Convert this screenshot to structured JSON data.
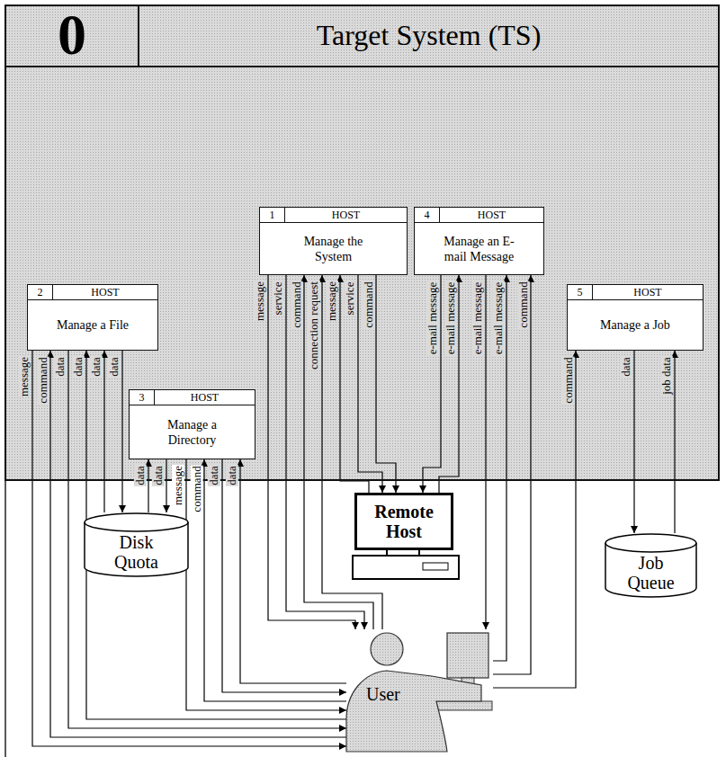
{
  "diagram": {
    "nodes": [
      {
        "text": [
          "0",
          "Target System (TS)"
        ]
      },
      {
        "text": [
          "1",
          "HOST",
          "Manage the System"
        ],
        "in": 0
      },
      {
        "text": [
          "2",
          "HOST",
          "Manage a File"
        ],
        "in": 0
      },
      {
        "text": [
          "3",
          "HOST",
          "Manage a Directory"
        ],
        "in": 0
      },
      {
        "text": [
          "4",
          "HOST",
          "Manage an E-mail Message"
        ],
        "in": 0
      },
      {
        "text": [
          "5",
          "HOST",
          "Manage a Job"
        ],
        "in": 0
      },
      {
        "text": [
          "Disk Quota"
        ]
      },
      {
        "text": [
          "Remote Host"
        ]
      },
      {
        "text": [
          "Job Queue"
        ]
      },
      {
        "text": [
          "User"
        ]
      }
    ],
    "edges": [
      {
        "from": 2,
        "to": 9,
        "label": "message",
        "arrow": "to"
      },
      {
        "from": 9,
        "to": 2,
        "label": "command",
        "arrow": "to"
      },
      {
        "from": 2,
        "to": 9,
        "label": "data",
        "arrow": "to"
      },
      {
        "from": 9,
        "to": 2,
        "label": "data",
        "arrow": "to"
      },
      {
        "from": 6,
        "to": 2,
        "label": "data",
        "arrow": "to"
      },
      {
        "from": 2,
        "to": 6,
        "label": "data",
        "arrow": "to"
      },
      {
        "from": 6,
        "to": 3,
        "label": "data",
        "arrow": "to"
      },
      {
        "from": 3,
        "to": 6,
        "label": "data",
        "arrow": "to"
      },
      {
        "from": 3,
        "to": 9,
        "label": "message",
        "arrow": "to"
      },
      {
        "from": 9,
        "to": 3,
        "label": "command",
        "arrow": "to"
      },
      {
        "from": 3,
        "to": 9,
        "label": "data",
        "arrow": "to"
      },
      {
        "from": 9,
        "to": 3,
        "label": "data",
        "arrow": "to"
      },
      {
        "from": 1,
        "to": 9,
        "label": "message",
        "arrow": "to"
      },
      {
        "from": 1,
        "to": 9,
        "label": "service",
        "arrow": "to"
      },
      {
        "from": 9,
        "to": 1,
        "label": "command",
        "arrow": "to"
      },
      {
        "from": 9,
        "to": 1,
        "label": "connection request",
        "arrow": "to"
      },
      {
        "from": 7,
        "to": 1,
        "label": "message",
        "arrow": "to"
      },
      {
        "from": 1,
        "to": 7,
        "label": "service",
        "arrow": "to"
      },
      {
        "from": 1,
        "to": 7,
        "label": "command",
        "arrow": "to"
      },
      {
        "from": 4,
        "to": 7,
        "label": "e-mail message",
        "arrow": "to"
      },
      {
        "from": 7,
        "to": 4,
        "label": "e-mail message",
        "arrow": "to"
      },
      {
        "from": 4,
        "to": 9,
        "label": "e-mail message",
        "arrow": "to"
      },
      {
        "from": 9,
        "to": 4,
        "label": "e-mail message",
        "arrow": "to"
      },
      {
        "from": 9,
        "to": 4,
        "label": "command",
        "arrow": "to"
      },
      {
        "from": 9,
        "to": 5,
        "label": "command",
        "arrow": "to"
      },
      {
        "from": 5,
        "to": 8,
        "label": "data",
        "arrow": "to"
      },
      {
        "from": 8,
        "to": 5,
        "label": "job data",
        "arrow": "to"
      }
    ]
  }
}
